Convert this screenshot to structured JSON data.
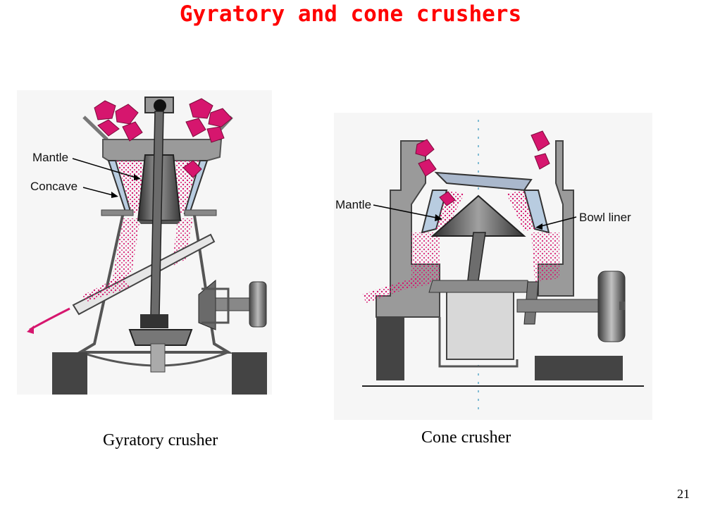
{
  "slide": {
    "title": "Gyratory and cone crushers",
    "page_number": "21"
  },
  "gyratory": {
    "caption": "Gyratory crusher",
    "labels": {
      "mantle": "Mantle",
      "concave": "Concave"
    }
  },
  "cone": {
    "caption": "Cone crusher",
    "labels": {
      "mantle": "Mantle",
      "bowl_liner": "Bowl liner"
    }
  },
  "colors": {
    "title": "#ff0000",
    "ore": "#d6166e",
    "steel": "#8a8a8a",
    "dark": "#555555"
  }
}
